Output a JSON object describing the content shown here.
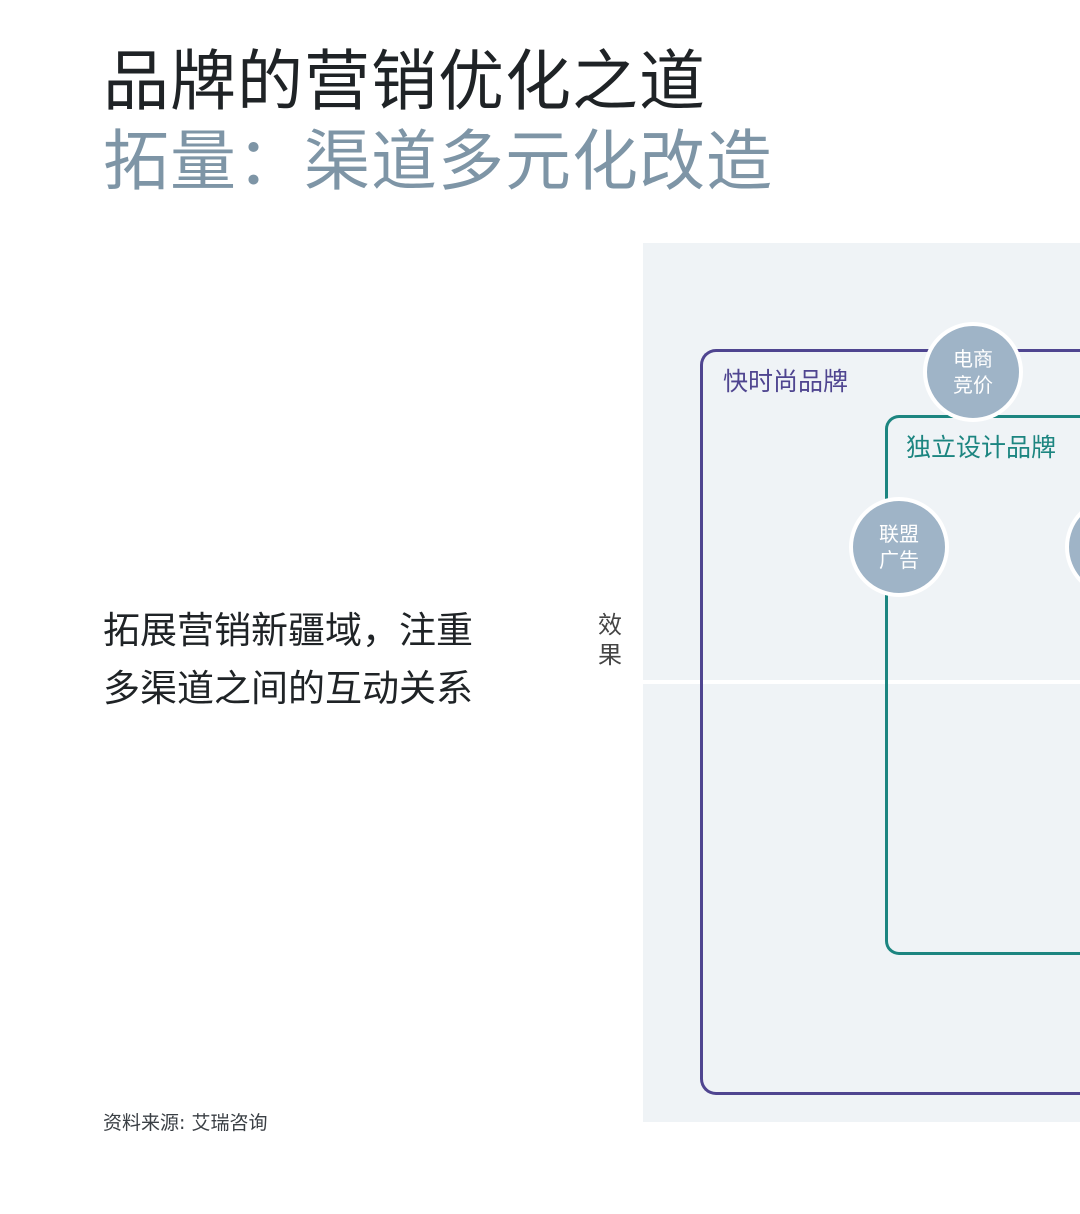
{
  "header": {
    "title": "品牌的营销优化之道",
    "subtitle": "拓量：渠道多元化改造"
  },
  "description": {
    "line1": "拓展营销新疆域，注重",
    "line2": "多渠道之间的互动关系"
  },
  "source": "资料来源: 艾瑞咨询",
  "diagram": {
    "y_axis_label": [
      "效",
      "果"
    ],
    "groups": [
      {
        "label": "快时尚品牌",
        "color": "#4f4590"
      },
      {
        "label": "独立设计品牌",
        "color": "#1c8580"
      }
    ],
    "nodes": [
      {
        "line1": "电商",
        "line2": "竞价"
      },
      {
        "line1": "联盟",
        "line2": "广告"
      },
      {
        "line1": "",
        "line2": ""
      }
    ],
    "node_color": "#9fb4c7",
    "panel_color": "#eff3f6"
  }
}
